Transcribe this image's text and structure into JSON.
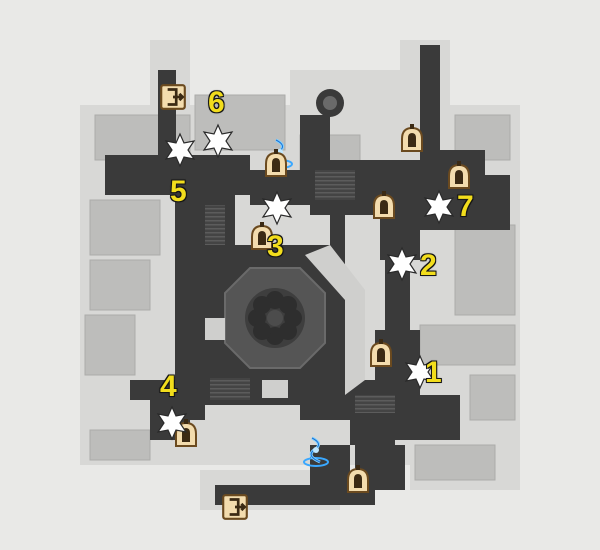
{
  "map": {
    "colors": {
      "page_background": "#e9e9e7",
      "outer_rooms": "#d8d8d6",
      "inner_rooms": "#bdbdbb",
      "corridor": "#3a3a3a",
      "plaza": "#474747",
      "rotunda": "#5a5a5a",
      "number_fill": "#f2dd1c",
      "marker_fill": "#f3dcae",
      "marker_outline": "#6b4a1f",
      "teleport_blue": "#3aa8ff",
      "star_white": "#ffffff"
    },
    "labels": {
      "spot1": "1",
      "spot2": "2",
      "spot3": "3",
      "spot4": "4",
      "spot5": "5",
      "spot6": "6",
      "spot7": "7"
    },
    "icons": {
      "collectible": "star-icon",
      "npc_marker": "bell-marker-icon",
      "exit": "exit-door-icon",
      "teleport": "space-anchor-icon",
      "entrance": "entrance-door-icon"
    }
  }
}
